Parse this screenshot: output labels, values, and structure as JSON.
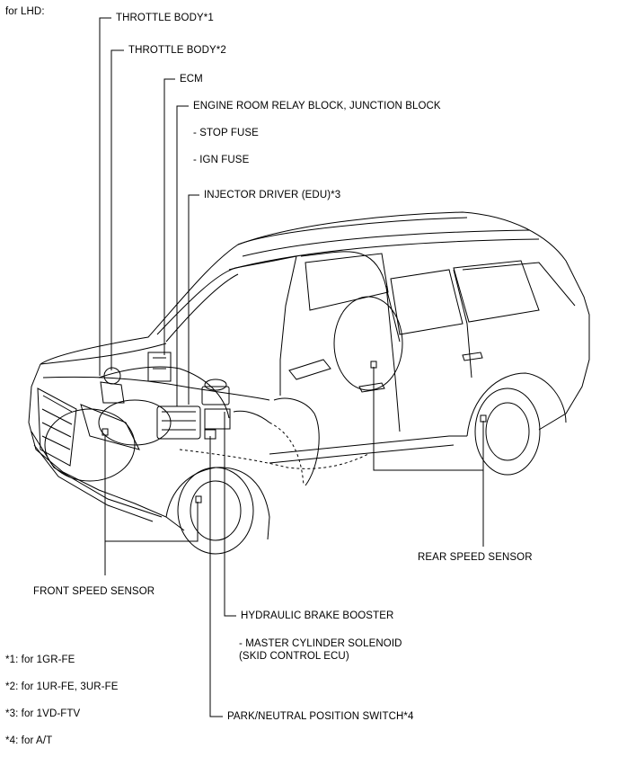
{
  "diagram": {
    "heading": "for LHD:",
    "labels": {
      "throttle_body_1": "THROTTLE BODY*1",
      "throttle_body_2": "THROTTLE BODY*2",
      "ecm": "ECM",
      "relay_block": "ENGINE ROOM RELAY BLOCK, JUNCTION BLOCK",
      "stop_fuse": "- STOP FUSE",
      "ign_fuse": "- IGN FUSE",
      "injector_driver": "INJECTOR DRIVER (EDU)*3",
      "rear_speed_sensor": "REAR SPEED SENSOR",
      "front_speed_sensor": "FRONT SPEED SENSOR",
      "hydraulic_brake_booster": "HYDRAULIC BRAKE BOOSTER",
      "master_cylinder_solenoid": "- MASTER CYLINDER SOLENOID",
      "skid_control_ecu": "(SKID CONTROL ECU)",
      "park_neutral_switch": "PARK/NEUTRAL POSITION SWITCH*4"
    },
    "footnotes": [
      "*1: for 1GR-FE",
      "*2: for 1UR-FE, 3UR-FE",
      "*3: for 1VD-FTV",
      "*4: for A/T"
    ]
  }
}
